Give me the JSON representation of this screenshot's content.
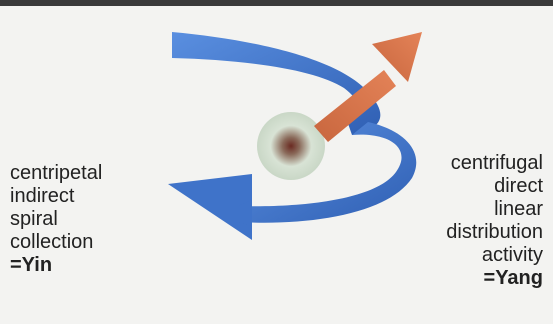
{
  "header_fragment": "",
  "left_terms": [
    "centripetal",
    "indirect",
    "spiral",
    "collection"
  ],
  "left_label": "=Yin",
  "right_terms": [
    "centrifugal",
    "direct",
    "linear",
    "distribution",
    "activity"
  ],
  "right_label": "=Yang",
  "colors": {
    "spiral_blue": "#4a7fd1",
    "spiral_blue_dark": "#2f5fb3",
    "arrow_orange": "#d2744a",
    "center_dot": "#7a3a2a"
  }
}
